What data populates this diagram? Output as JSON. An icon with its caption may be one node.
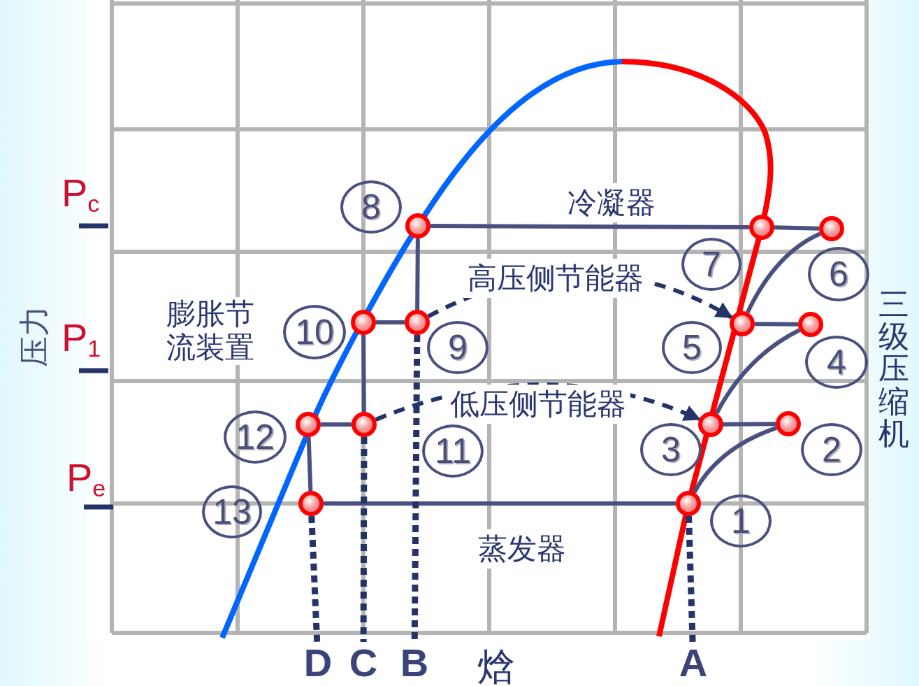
{
  "diagram": {
    "nodes": [
      {
        "text": [
          "1"
        ]
      },
      {
        "text": [
          "2"
        ]
      },
      {
        "text": [
          "3"
        ]
      },
      {
        "text": [
          "4"
        ]
      },
      {
        "text": [
          "5"
        ]
      },
      {
        "text": [
          "6"
        ]
      },
      {
        "text": [
          "7"
        ]
      },
      {
        "text": [
          "8"
        ]
      },
      {
        "text": [
          "9"
        ]
      },
      {
        "text": [
          "10"
        ]
      },
      {
        "text": [
          "11"
        ]
      },
      {
        "text": [
          "12"
        ]
      },
      {
        "text": [
          "13"
        ]
      },
      {
        "text": [],
        "shape": "circle"
      },
      {
        "text": [],
        "shape": "circle"
      },
      {
        "text": [],
        "shape": "circle"
      },
      {
        "text": [],
        "shape": "circle"
      },
      {
        "text": [],
        "shape": "circle"
      },
      {
        "text": [],
        "shape": "circle"
      },
      {
        "text": [],
        "shape": "circle"
      },
      {
        "text": [],
        "shape": "circle"
      },
      {
        "text": [],
        "shape": "circle"
      },
      {
        "text": [],
        "shape": "circle"
      },
      {
        "text": [],
        "shape": "circle"
      },
      {
        "text": [],
        "shape": "circle"
      },
      {
        "text": [],
        "shape": "circle"
      },
      {
        "text": [
          "D"
        ]
      },
      {
        "text": [
          "C"
        ]
      },
      {
        "text": [
          "B"
        ]
      },
      {
        "text": [
          "A"
        ]
      }
    ],
    "edges": [
      {
        "from": 19,
        "to": 23,
        "arrow": "none"
      },
      {
        "from": 23,
        "to": 20,
        "arrow": "none"
      },
      {
        "from": 20,
        "to": 24,
        "arrow": "none"
      },
      {
        "from": 24,
        "to": 21,
        "arrow": "none"
      },
      {
        "from": 21,
        "to": 25,
        "arrow": "none"
      },
      {
        "from": 25,
        "to": 22,
        "arrow": "none"
      },
      {
        "from": 22,
        "to": 18,
        "arrow": "none"
      },
      {
        "from": 18,
        "to": 17,
        "arrow": "none"
      },
      {
        "from": 17,
        "to": 15,
        "arrow": "none"
      },
      {
        "from": 15,
        "to": 16,
        "arrow": "none"
      },
      {
        "from": 16,
        "to": 13,
        "arrow": "none"
      },
      {
        "from": 13,
        "to": 14,
        "arrow": "none"
      },
      {
        "from": 14,
        "to": 19,
        "arrow": "none"
      },
      {
        "from": 17,
        "to": 21,
        "arrow": "to",
        "style": "dashed",
        "label": "高压侧节能器"
      },
      {
        "from": 16,
        "to": 20,
        "arrow": "to",
        "style": "dashed",
        "label": "低压侧节能器"
      },
      {
        "from": 14,
        "to": 26,
        "arrow": "none",
        "style": "dashed"
      },
      {
        "from": 16,
        "to": 27,
        "arrow": "none",
        "style": "dashed"
      },
      {
        "from": 17,
        "to": 28,
        "arrow": "none",
        "style": "dashed"
      },
      {
        "from": 19,
        "to": 29,
        "arrow": "none",
        "style": "dashed"
      }
    ],
    "labels": [
      "P$_{c}$",
      "压力",
      "P$_{1}$",
      "P$_{e}$",
      "冷凝器",
      "膨胀节流装置",
      "三级压缩机",
      "蒸发器",
      "焓"
    ]
  }
}
